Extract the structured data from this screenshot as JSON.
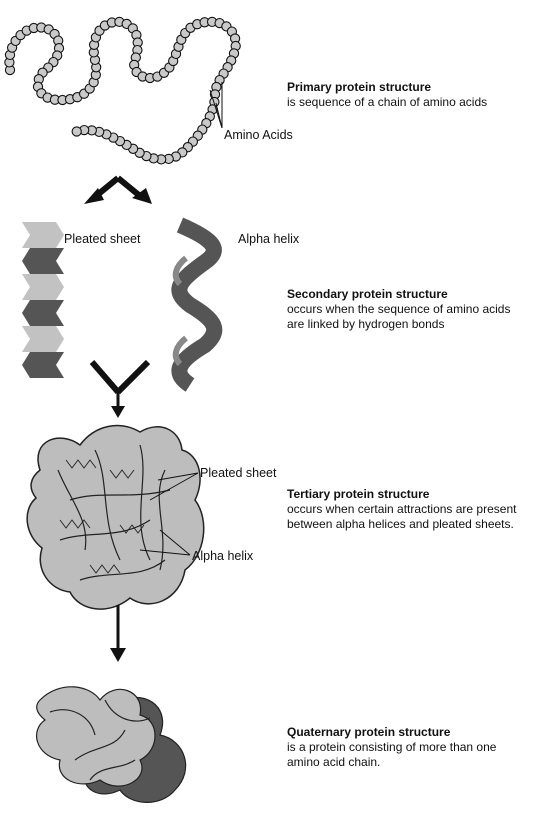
{
  "levels": {
    "primary": {
      "title": "Primary protein structure",
      "description": "is sequence of a chain of amino acids",
      "labels": {
        "amino_acids": "Amino Acids"
      }
    },
    "secondary": {
      "title": "Secondary protein structure",
      "description_lines": [
        "occurs when the sequence of amino acids",
        "are linked by hydrogen bonds"
      ],
      "labels": {
        "pleated_sheet": "Pleated sheet",
        "alpha_helix": "Alpha helix"
      }
    },
    "tertiary": {
      "title": "Tertiary protein structure",
      "description_lines": [
        "occurs when certain attractions are present",
        "between alpha helices and pleated sheets."
      ],
      "labels": {
        "pleated_sheet": "Pleated sheet",
        "alpha_helix": "Alpha helix"
      }
    },
    "quaternary": {
      "title": "Quaternary protein structure",
      "description_lines": [
        "is a protein consisting of more than one",
        "amino acid chain."
      ]
    }
  },
  "colors": {
    "bead_fill": "#c9c9c9",
    "sheet_light": "#c2c2c2",
    "sheet_dark": "#555555",
    "helix": "#555555",
    "tertiary_fill": "#bdbdbd",
    "quaternary_light": "#bdbdbd",
    "quaternary_dark": "#555555",
    "ink": "#111111"
  }
}
